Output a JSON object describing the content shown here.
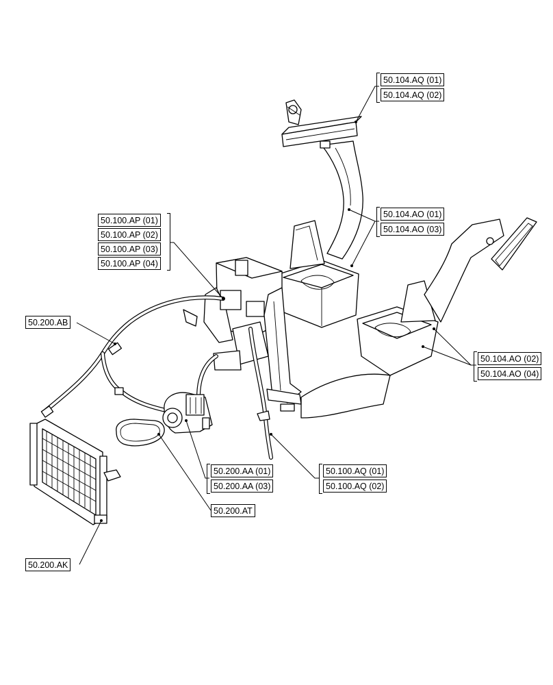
{
  "callouts": {
    "aq_01": "50.104.AQ (01)",
    "aq_02": "50.104.AQ (02)",
    "ao_01": "50.104.AO (01)",
    "ao_03": "50.104.AO (03)",
    "ap_01": "50.100.AP (01)",
    "ap_02": "50.100.AP (02)",
    "ap_03": "50.100.AP (03)",
    "ap_04": "50.100.AP (04)",
    "ab": "50.200.AB",
    "ao_02": "50.104.AO (02)",
    "ao_04": "50.104.AO (04)",
    "aa_01": "50.200.AA (01)",
    "aa_03": "50.200.AA (03)",
    "aq100_01": "50.100.AQ (01)",
    "aq100_02": "50.100.AQ (02)",
    "at": "50.200.AT",
    "ak": "50.200.AK"
  }
}
